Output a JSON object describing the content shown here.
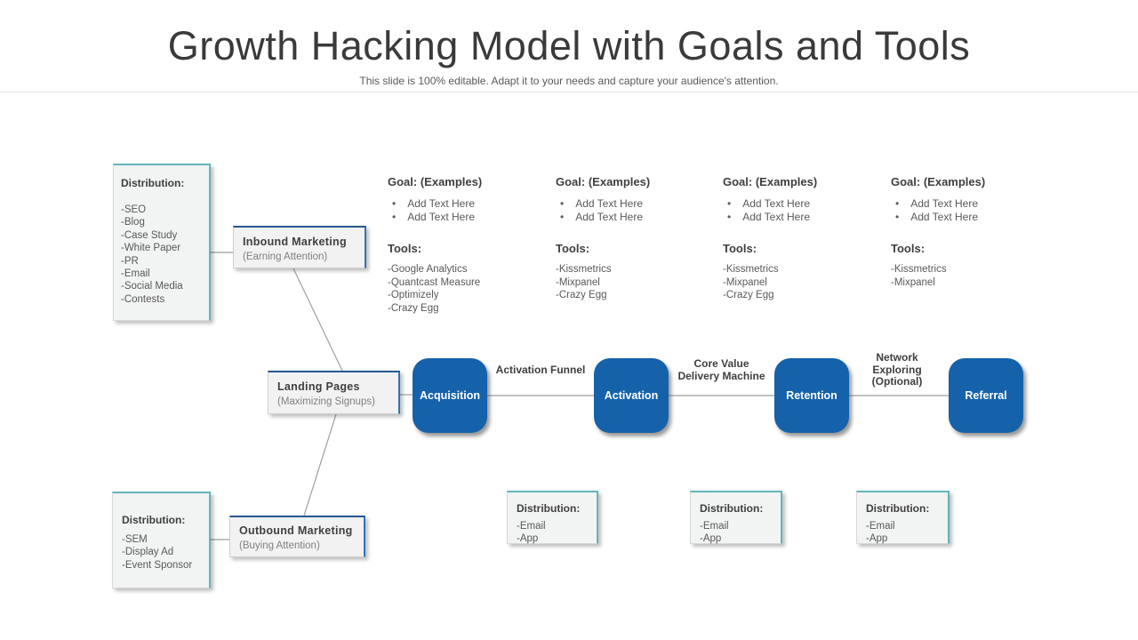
{
  "header": {
    "title": "Growth Hacking Model with Goals and Tools",
    "subtitle": "This slide is 100% editable. Adapt it to your needs and capture your audience's attention."
  },
  "left_flow": {
    "top_distribution": {
      "heading": "Distribution:",
      "items": [
        "-SEO",
        "-Blog",
        "-Case Study",
        "-White Paper",
        "-PR",
        "-Email",
        "-Social Media",
        "-Contests"
      ]
    },
    "inbound": {
      "title": "Inbound Marketing",
      "note": "(Earning Attention)"
    },
    "landing": {
      "title": "Landing Pages",
      "note": "(Maximizing Signups)"
    },
    "outbound": {
      "title": "Outbound Marketing",
      "note": "(Buying Attention)"
    },
    "bottom_distribution": {
      "heading": "Distribution:",
      "items": [
        "-SEM",
        "-Display Ad",
        "-Event Sponsor"
      ]
    }
  },
  "stages": [
    {
      "name": "Acquisition",
      "goal": {
        "heading": "Goal: (Examples)",
        "items": [
          "Add Text Here",
          "Add Text Here"
        ]
      },
      "tools": {
        "heading": "Tools:",
        "items": [
          "-Google Analytics",
          "-Quantcast Measure",
          "-Optimizely",
          "-Crazy Egg"
        ]
      }
    },
    {
      "name": "Activation",
      "goal": {
        "heading": "Goal: (Examples)",
        "items": [
          "Add Text Here",
          "Add Text Here"
        ]
      },
      "tools": {
        "heading": "Tools:",
        "items": [
          "-Kissmetrics",
          "-Mixpanel",
          "-Crazy Egg"
        ]
      }
    },
    {
      "name": "Retention",
      "goal": {
        "heading": "Goal: (Examples)",
        "items": [
          "Add Text Here",
          "Add Text Here"
        ]
      },
      "tools": {
        "heading": "Tools:",
        "items": [
          "-Kissmetrics",
          "-Mixpanel",
          "-Crazy Egg"
        ]
      }
    },
    {
      "name": "Referral",
      "goal": {
        "heading": "Goal: (Examples)",
        "items": [
          "Add Text Here",
          "Add Text Here"
        ]
      },
      "tools": {
        "heading": "Tools:",
        "items": [
          "-Kissmetrics",
          "-Mixpanel"
        ]
      }
    }
  ],
  "connectors": [
    {
      "label": "Activation Funnel"
    },
    {
      "label": "Core Value\nDelivery Machine"
    },
    {
      "label": "Network\nExploring\n(Optional)"
    }
  ],
  "bottom_distributions": [
    {
      "heading": "Distribution:",
      "items": [
        "-Email",
        "-App"
      ]
    },
    {
      "heading": "Distribution:",
      "items": [
        "-Email",
        "-App"
      ]
    },
    {
      "heading": "Distribution:",
      "items": [
        "-Email",
        "-App"
      ]
    }
  ],
  "colors": {
    "stage_blue": "#1562ab",
    "teal_accent": "#63b5ba",
    "blue_accent": "#2e74b5",
    "panel_fill": "#f2f3f3",
    "connector_gray": "#9e9e9e"
  }
}
